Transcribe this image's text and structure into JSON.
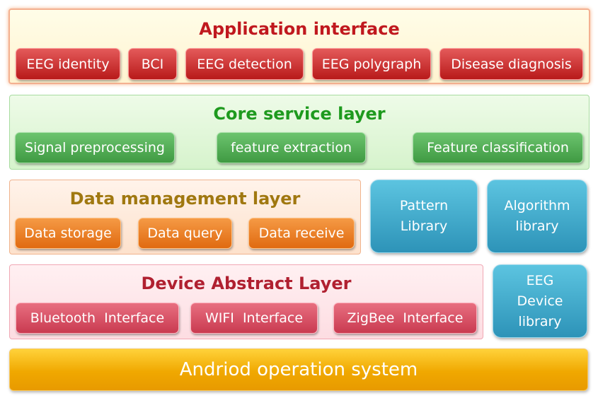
{
  "application_layer": {
    "title": "Application interface",
    "items": [
      "EEG identity",
      "BCI",
      "EEG detection",
      "EEG polygraph",
      "Disease diagnosis"
    ]
  },
  "core_layer": {
    "title": "Core service layer",
    "items": [
      "Signal preprocessing",
      "feature extraction",
      "Feature classification"
    ]
  },
  "data_layer": {
    "title": "Data management layer",
    "items": [
      "Data storage",
      "Data query",
      "Data receive"
    ]
  },
  "device_layer": {
    "title": "Device Abstract Layer",
    "items": [
      "Bluetooth  Interface",
      "WIFI  Interface",
      "ZigBee  Interface"
    ]
  },
  "libraries": {
    "pattern": [
      "Pattern",
      "Library"
    ],
    "algorithm": [
      "Algorithm",
      "library"
    ],
    "eeg_device": [
      "EEG",
      "Device",
      "library"
    ]
  },
  "os_layer": {
    "title": "Andriod operation system"
  },
  "colors": {
    "application_title": "#c0181e",
    "core_title": "#1e9a1e",
    "data_title": "#a07810",
    "device_title": "#b02030"
  }
}
